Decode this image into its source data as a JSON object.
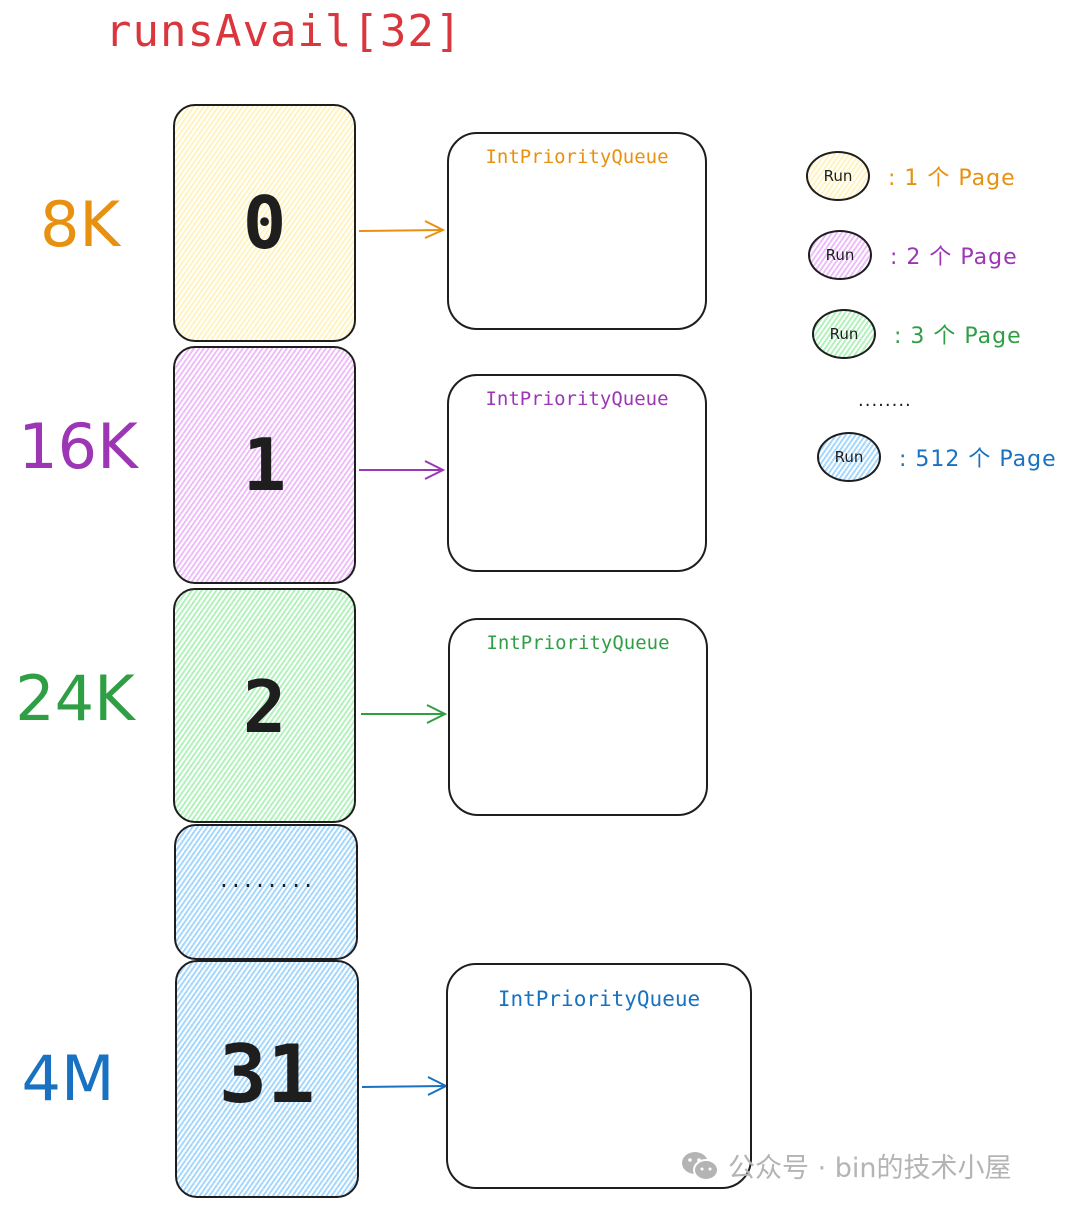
{
  "title": "runsAvail[32]",
  "colors": {
    "title": "#d9363e",
    "orange": "#e8900f",
    "purple": "#9c36b5",
    "green": "#2f9e44",
    "blue": "#1971c2",
    "fill_yellow": "#fff3bf",
    "fill_purple": "#eebefa",
    "fill_green": "#b2f2bb",
    "fill_blue": "#a5d8ff"
  },
  "slots": [
    {
      "size": "8K",
      "index": "0",
      "color": "orange",
      "fill": "fill_yellow",
      "queue_label": "IntPriorityQueue"
    },
    {
      "size": "16K",
      "index": "1",
      "color": "purple",
      "fill": "fill_purple",
      "queue_label": "IntPriorityQueue"
    },
    {
      "size": "24K",
      "index": "2",
      "color": "green",
      "fill": "fill_green",
      "queue_label": "IntPriorityQueue"
    },
    {
      "size": "",
      "index": "........",
      "color": "blue",
      "fill": "fill_blue",
      "queue_label": ""
    },
    {
      "size": "4M",
      "index": "31",
      "color": "blue",
      "fill": "fill_blue",
      "queue_label": "IntPriorityQueue"
    }
  ],
  "legend": {
    "items": [
      {
        "bubble": "Run",
        "text": ": 1 个 Page",
        "color": "orange",
        "fill": "fill_yellow"
      },
      {
        "bubble": "Run",
        "text": ": 2 个 Page",
        "color": "purple",
        "fill": "fill_purple"
      },
      {
        "bubble": "Run",
        "text": ": 3 个 Page",
        "color": "green",
        "fill": "fill_green"
      },
      {
        "bubble": "Run",
        "text": ": 512 个 Page",
        "color": "blue",
        "fill": "fill_blue"
      }
    ],
    "ellipsis": "........"
  },
  "watermark": {
    "icon": "wechat-icon",
    "text": "公众号 · bin的技术小屋"
  }
}
